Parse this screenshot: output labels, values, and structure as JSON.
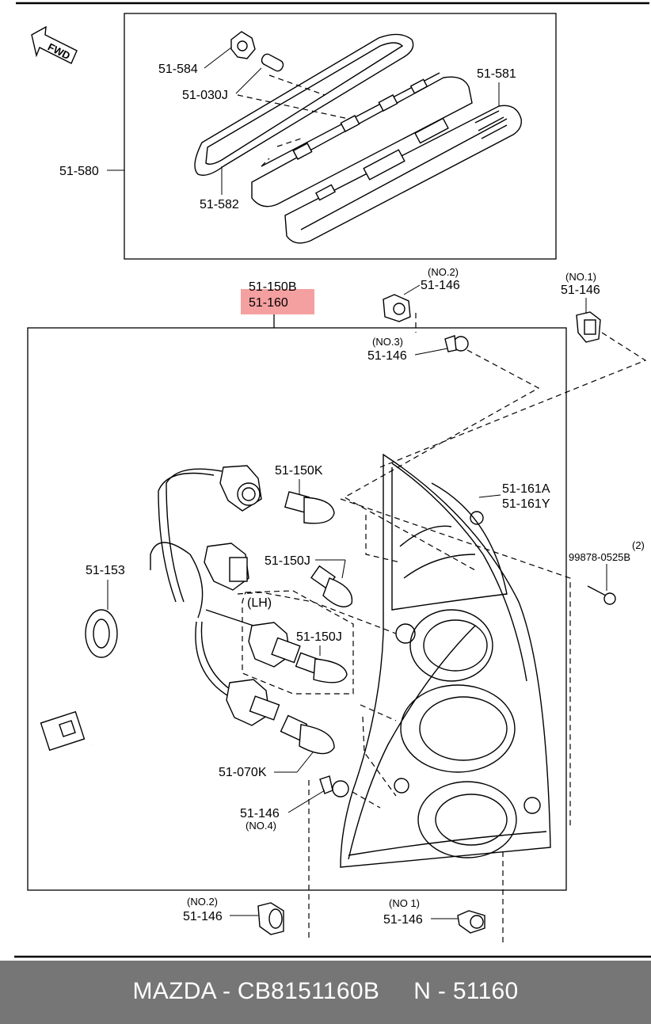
{
  "title_bar": {
    "fwd": "FWD"
  },
  "upper_box": {
    "labels": {
      "p51584": "51-584",
      "p51030J": "51-030J",
      "p51581": "51-581",
      "p51580": "51-580",
      "p51582": "51-582"
    }
  },
  "lower_box": {
    "labels": {
      "p51150B": "51-150B",
      "p51160": "51-160",
      "no2_top": "(NO.2)",
      "p51146_no2_top": "51-146",
      "no1_top": "(NO.1)",
      "p51146_no1_top": "51-146",
      "no3": "(NO.3)",
      "p51146_no3": "51-146",
      "p51150K": "51-150K",
      "p51161A": "51-161A",
      "p51161Y": "51-161Y",
      "p99878": "99878-0525B",
      "p99878_qty": "(2)",
      "p51153": "51-153",
      "p51150J_a": "51-150J",
      "lh": "(LH)",
      "p51150J_b": "51-150J",
      "p51070K": "51-070K",
      "p51146_no4": "51-146",
      "no4": "(NO.4)",
      "no2_bottom": "(NO.2)",
      "p51146_no2_bottom": "51-146",
      "no1_bottom": "(NO 1)",
      "p51146_no1_bottom": "51-146"
    },
    "highlight_color": "#f4a0a0"
  },
  "footer": {
    "text": "MAZDA - CB8151160B     N - 51160",
    "background": "#767676"
  }
}
